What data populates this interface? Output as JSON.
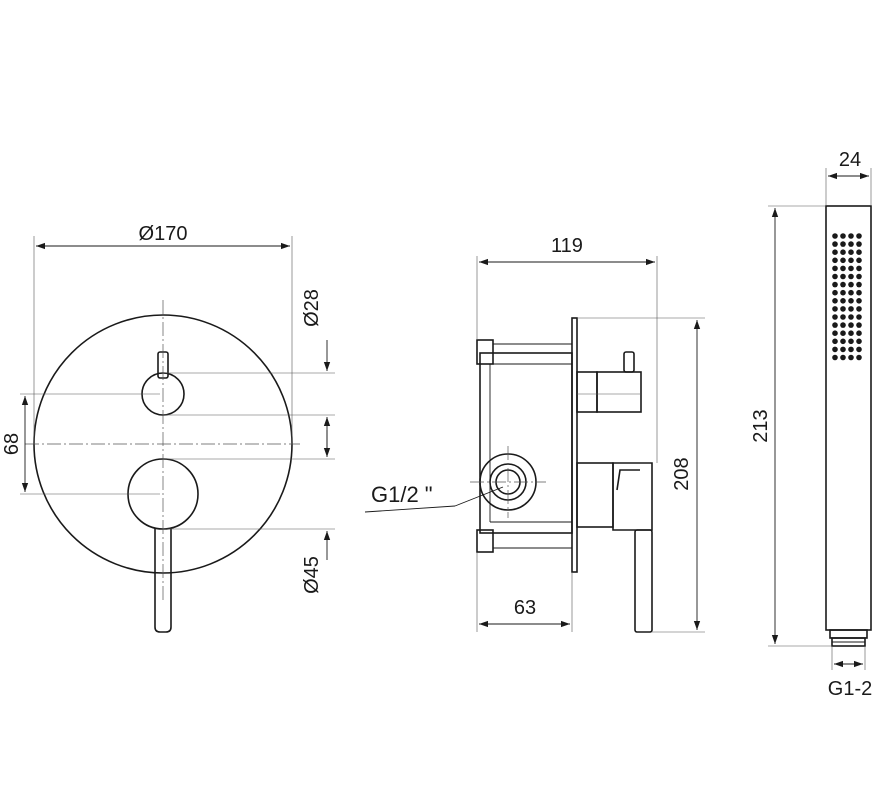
{
  "dimensions": {
    "plate_diameter": "Ø170",
    "knob_diameter": "Ø28",
    "handle_diameter": "Ø45",
    "center_distance": "68",
    "depth_total": "119",
    "depth_body": "63",
    "height": "208",
    "thread_inlet": "G1/2 \"",
    "handshower_width": "24",
    "handshower_length": "213",
    "handshower_thread": "G1-2"
  }
}
